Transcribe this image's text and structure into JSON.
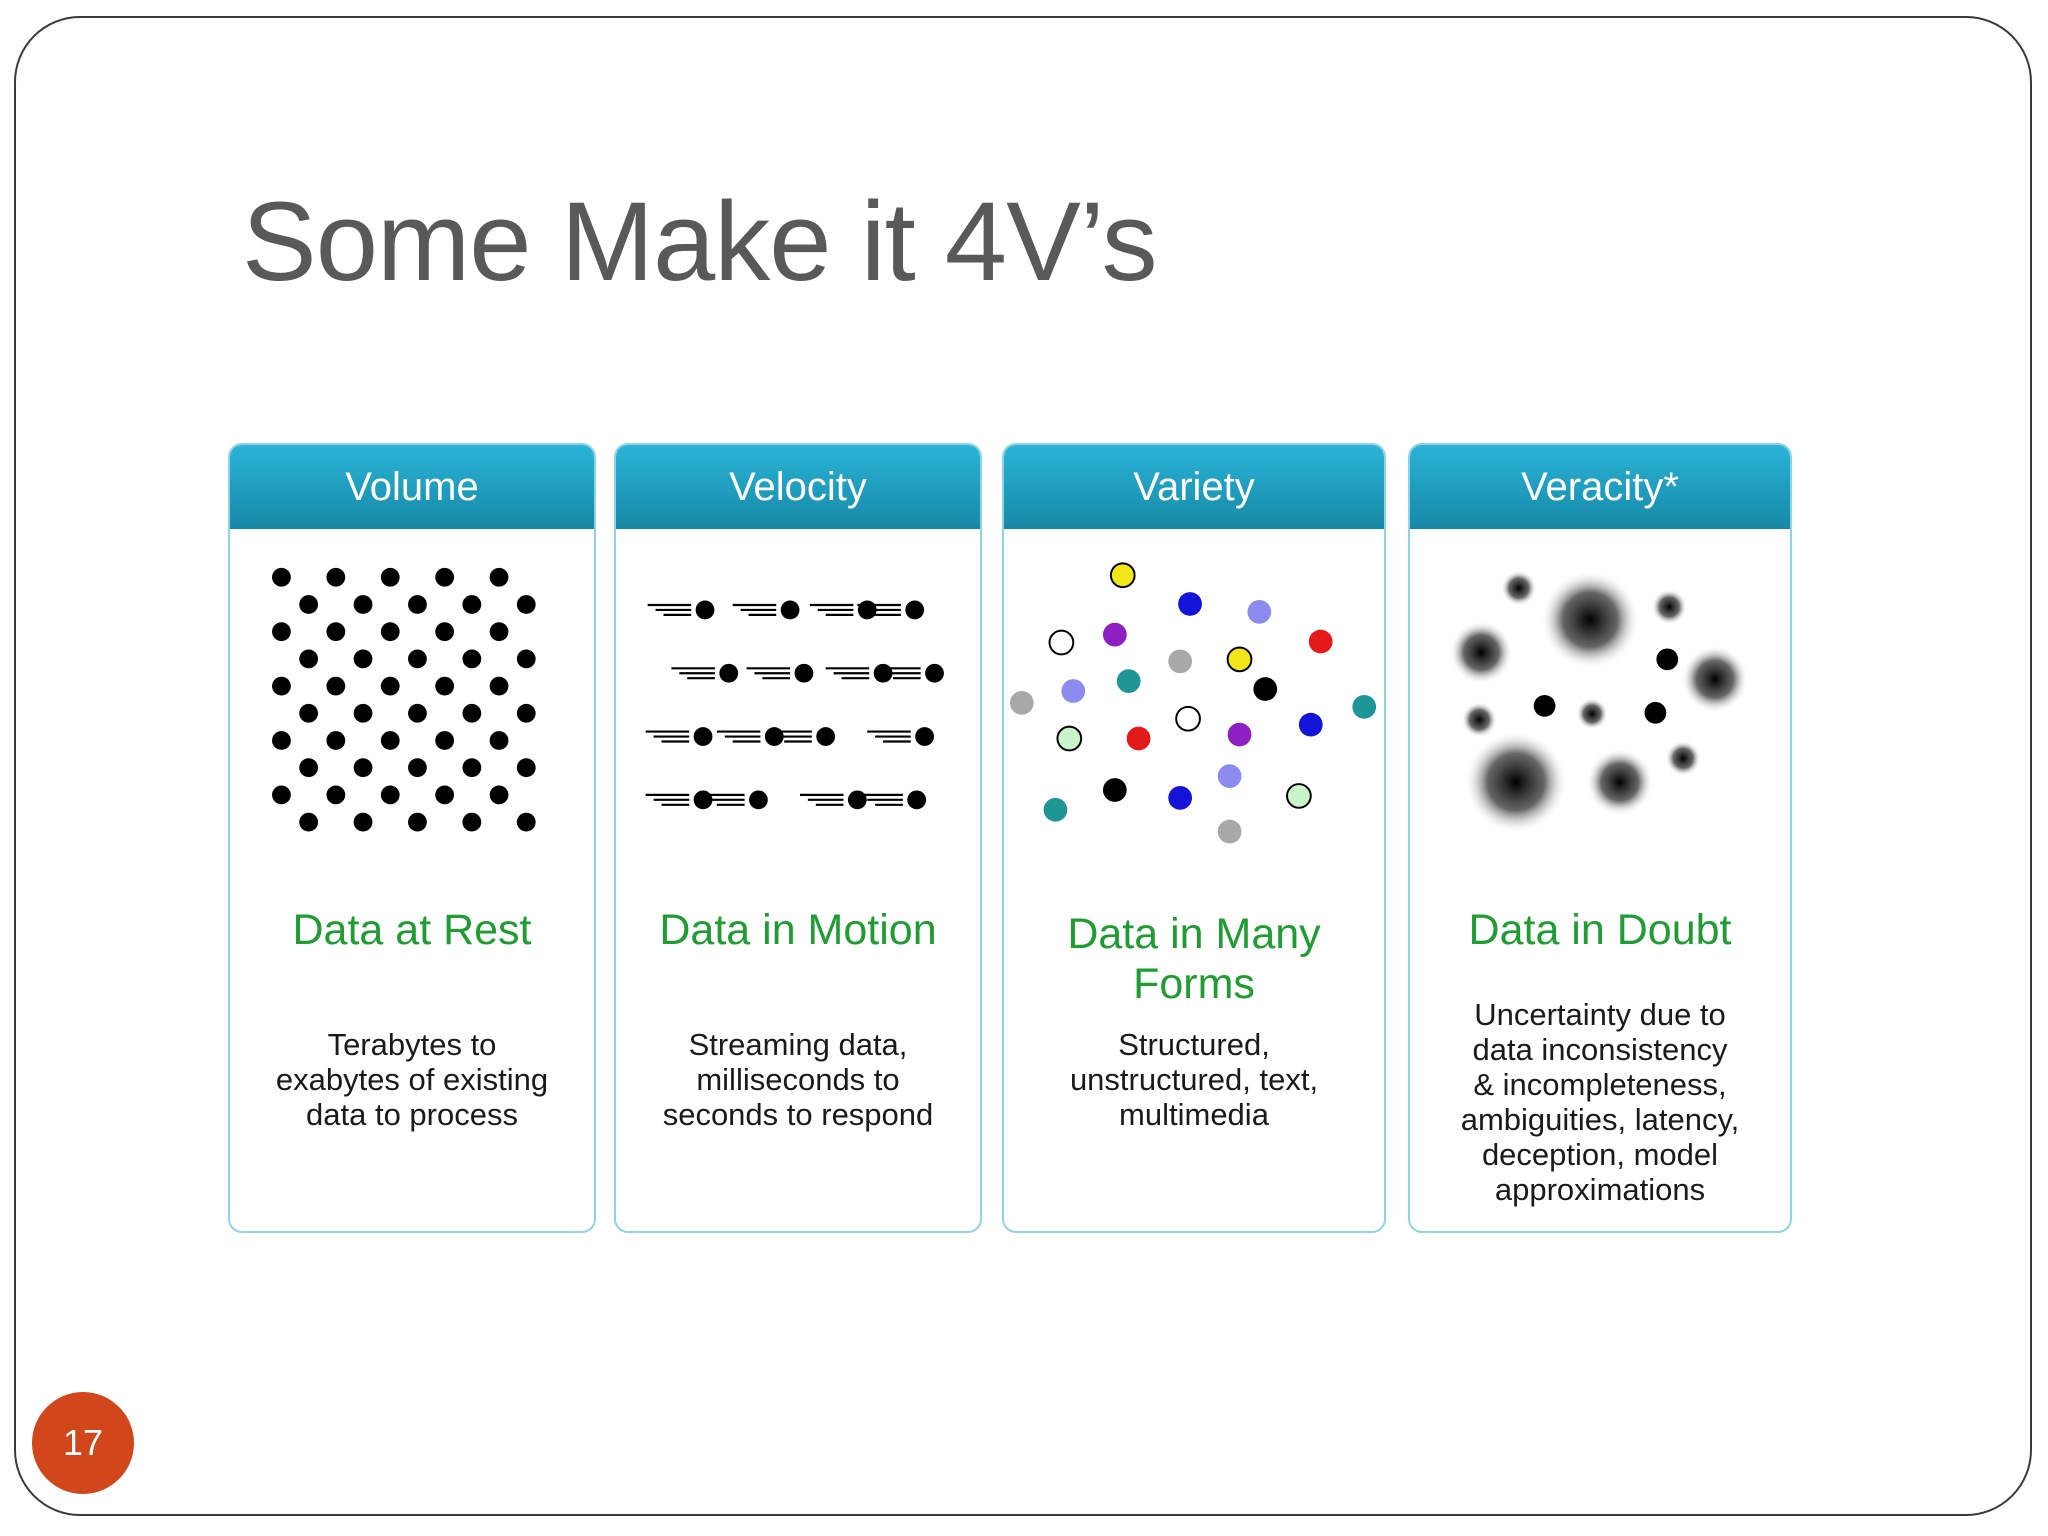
{
  "slide": {
    "title": "Some Make it 4V’s",
    "page_number": "17"
  },
  "panels": [
    {
      "heading": "Volume",
      "subtitle": "Data at Rest",
      "description": "Terabytes to\nexabytes of existing\ndata to process",
      "icon": "grid-of-dots"
    },
    {
      "heading": "Velocity",
      "subtitle": "Data in Motion",
      "description": "Streaming data,\nmilliseconds to\nseconds to respond",
      "icon": "moving-dots-with-speed-lines"
    },
    {
      "heading": "Variety",
      "subtitle": "Data in Many\nForms",
      "description": "Structured,\nunstructured, text,\nmultimedia",
      "icon": "multicolored-dots"
    },
    {
      "heading": "Veracity*",
      "subtitle": "Data in Doubt",
      "description": "Uncertainty due to\ndata inconsistency\n& incompleteness,\nambiguities, latency,\ndeception, model\napproximations",
      "icon": "blurred-dots"
    }
  ],
  "colors": {
    "header_gradient_top": "#2ab4d8",
    "header_gradient_bottom": "#1688a6",
    "subtitle_green": "#1f9d33",
    "page_badge": "#d2461c",
    "title_gray": "#595959"
  }
}
